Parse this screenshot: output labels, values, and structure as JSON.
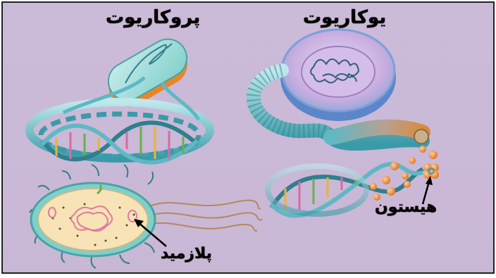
{
  "labels": {
    "prokaryote": "پروکاریوت",
    "eukaryote": "یوکاریوت",
    "histone": "هیستون",
    "plasmid": "پلازمید"
  },
  "colors": {
    "background": "#cdbbd9",
    "border": "#222222",
    "dna_blue": "#5fb8c4",
    "dna_dark": "#2f7f8c",
    "cell_orange": "#e8862a",
    "cell_teal": "#8ed3cf",
    "nucleus_purple": "#b79ad4",
    "histone_orange": "#f08a2a",
    "plasmid_pink": "#e07aa0"
  },
  "icons": [
    "prokaryote-cell-icon",
    "eukaryote-nucleus-icon",
    "dna-helix-icon",
    "bacterium-icon",
    "chromatin-fiber-icon",
    "histone-bead-icon",
    "arrow-icon"
  ]
}
